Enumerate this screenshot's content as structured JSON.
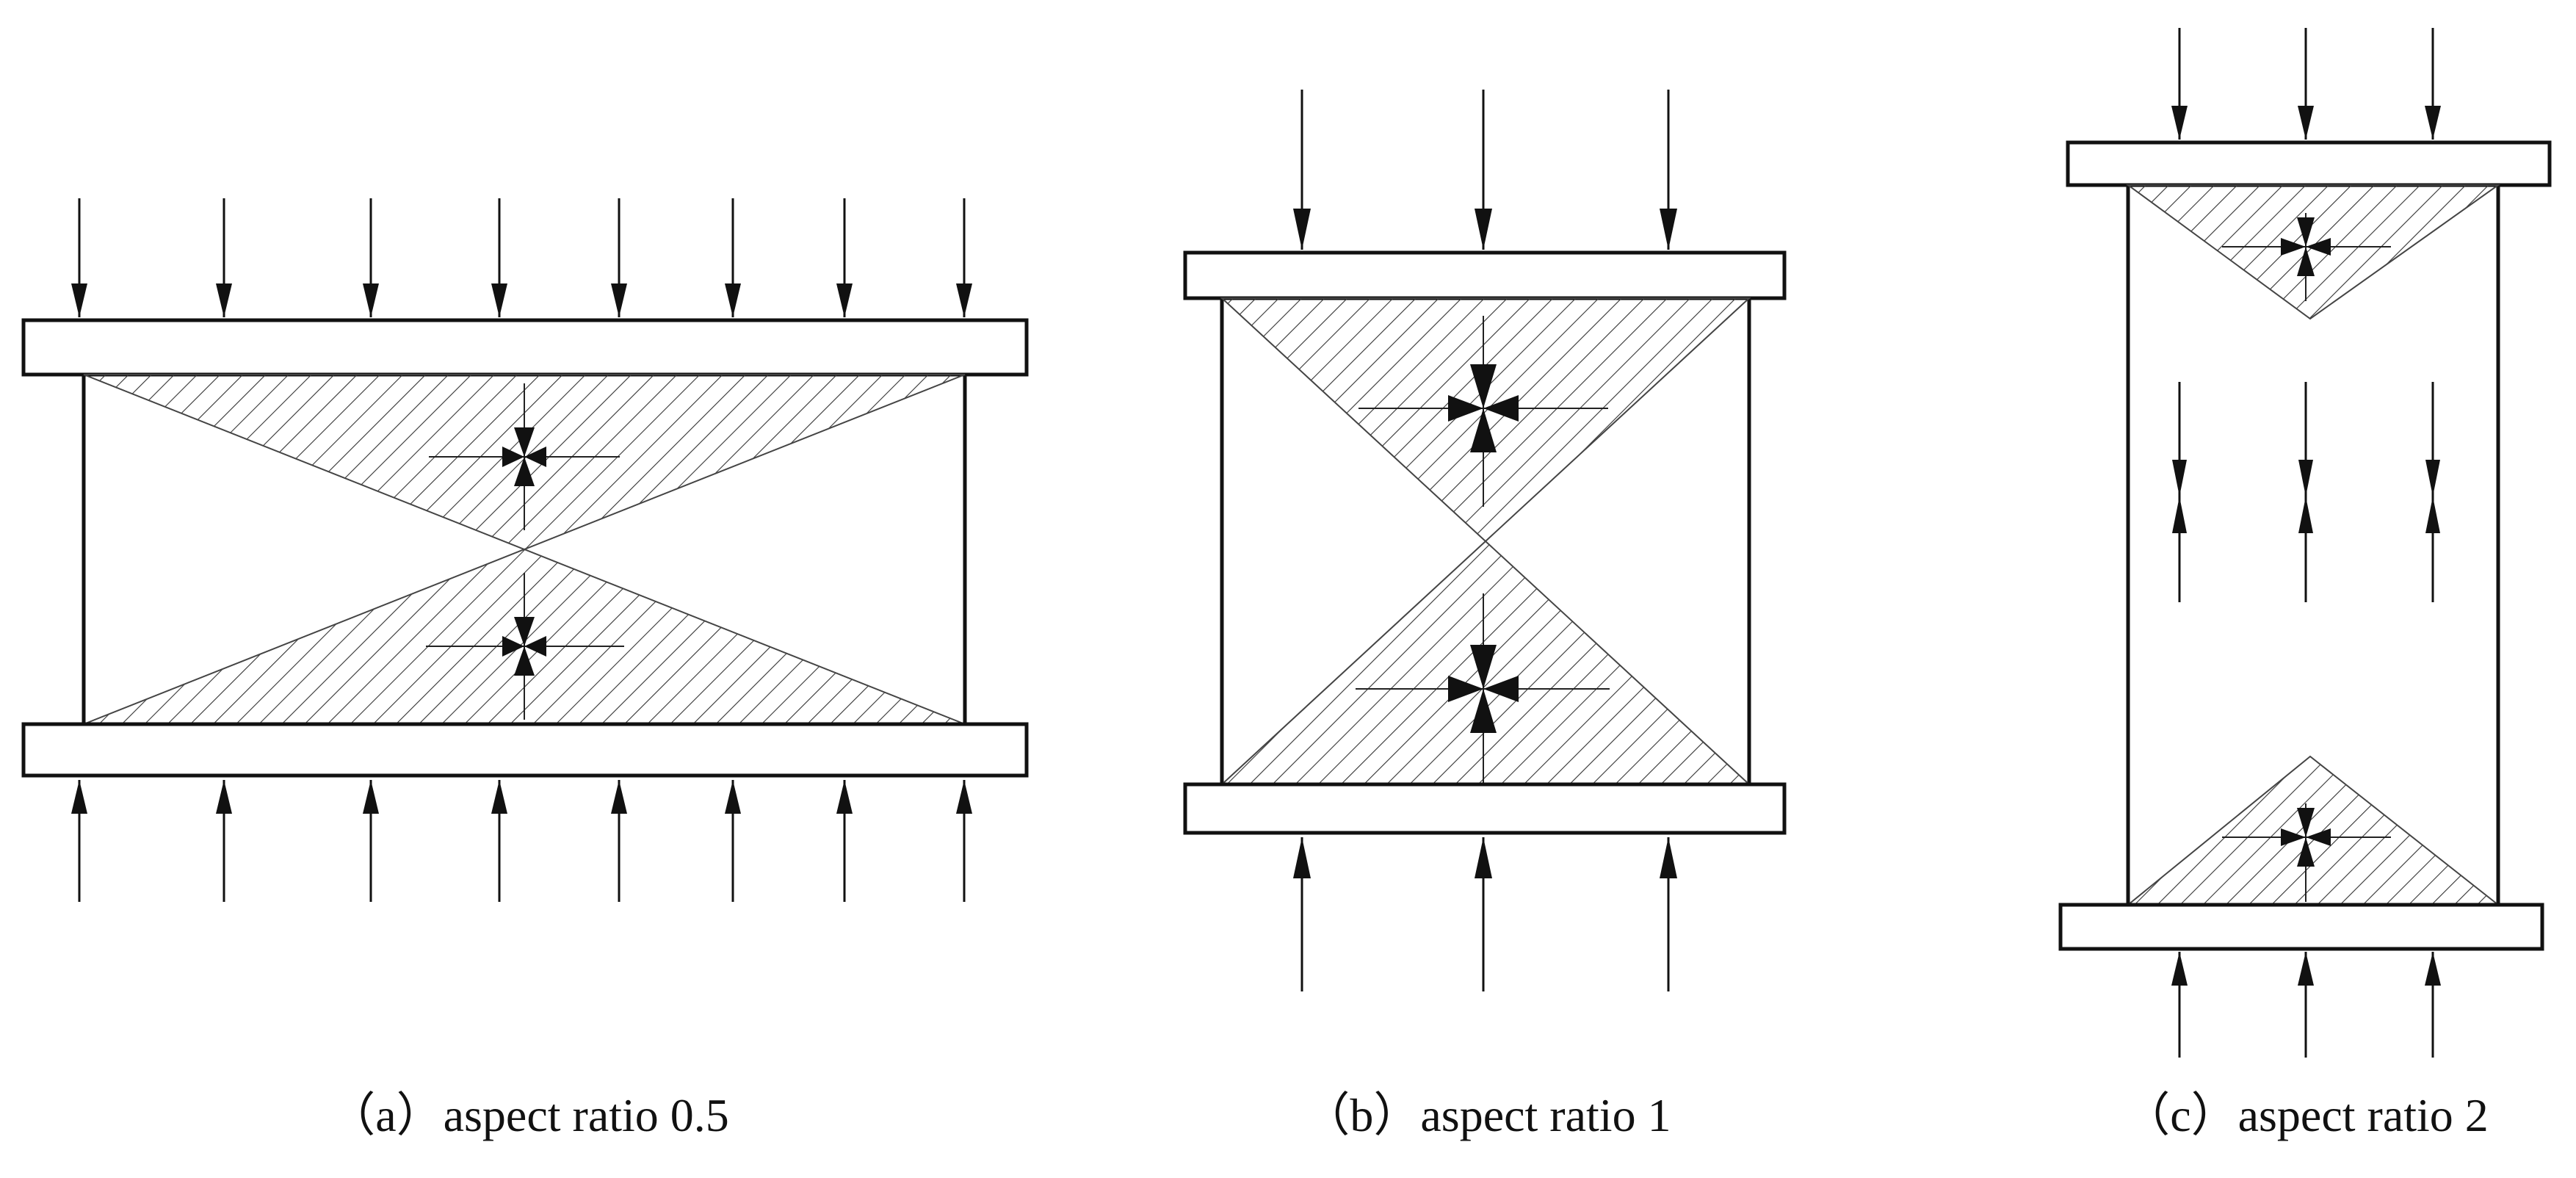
{
  "panels": [
    {
      "id": "a",
      "caption": "（a）aspect ratio 0.5"
    },
    {
      "id": "b",
      "caption": "（b）aspect ratio 1"
    },
    {
      "id": "c",
      "caption": "（c）aspect ratio 2"
    }
  ],
  "colors": {
    "stroke": "#111111",
    "background": "#ffffff"
  }
}
